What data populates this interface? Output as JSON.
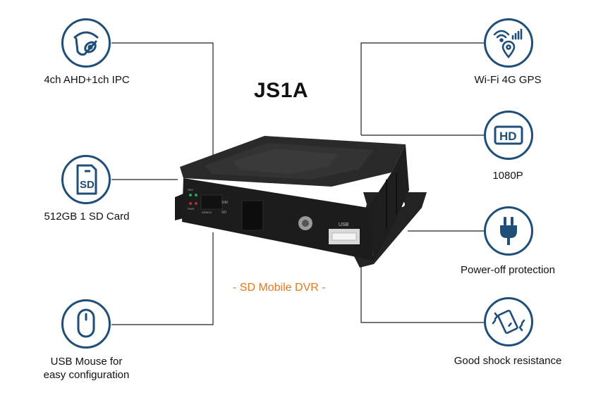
{
  "product": {
    "model": "JS1A",
    "tagline": "- SD Mobile DVR -"
  },
  "features": {
    "ahd": "4ch AHD+1ch IPC",
    "sd": "512GB 1 SD Card",
    "mouse_line1": "USB Mouse for",
    "mouse_line2": "easy configuration",
    "wifi": "Wi-Fi 4G GPS",
    "hd": "1080P",
    "power": "Power-off protection",
    "shock": "Good shock resistance"
  },
  "device_labels": {
    "sd_text": "SD",
    "sim_text": "SIM",
    "usb": "USB",
    "rec": "REC",
    "pwr": "PWR",
    "debug": "DEBUG"
  },
  "icons": {
    "ahd": "camera-icon",
    "sd": "sd-card-icon",
    "mouse": "mouse-icon",
    "wifi": "wifi-gps-icon",
    "hd": "hd-icon",
    "power": "plug-icon",
    "shock": "vibrating-phone-icon"
  },
  "colors": {
    "icon_blue": "#1f4e79",
    "accent_orange": "#e8771e",
    "device_black": "#1c1c1c"
  }
}
